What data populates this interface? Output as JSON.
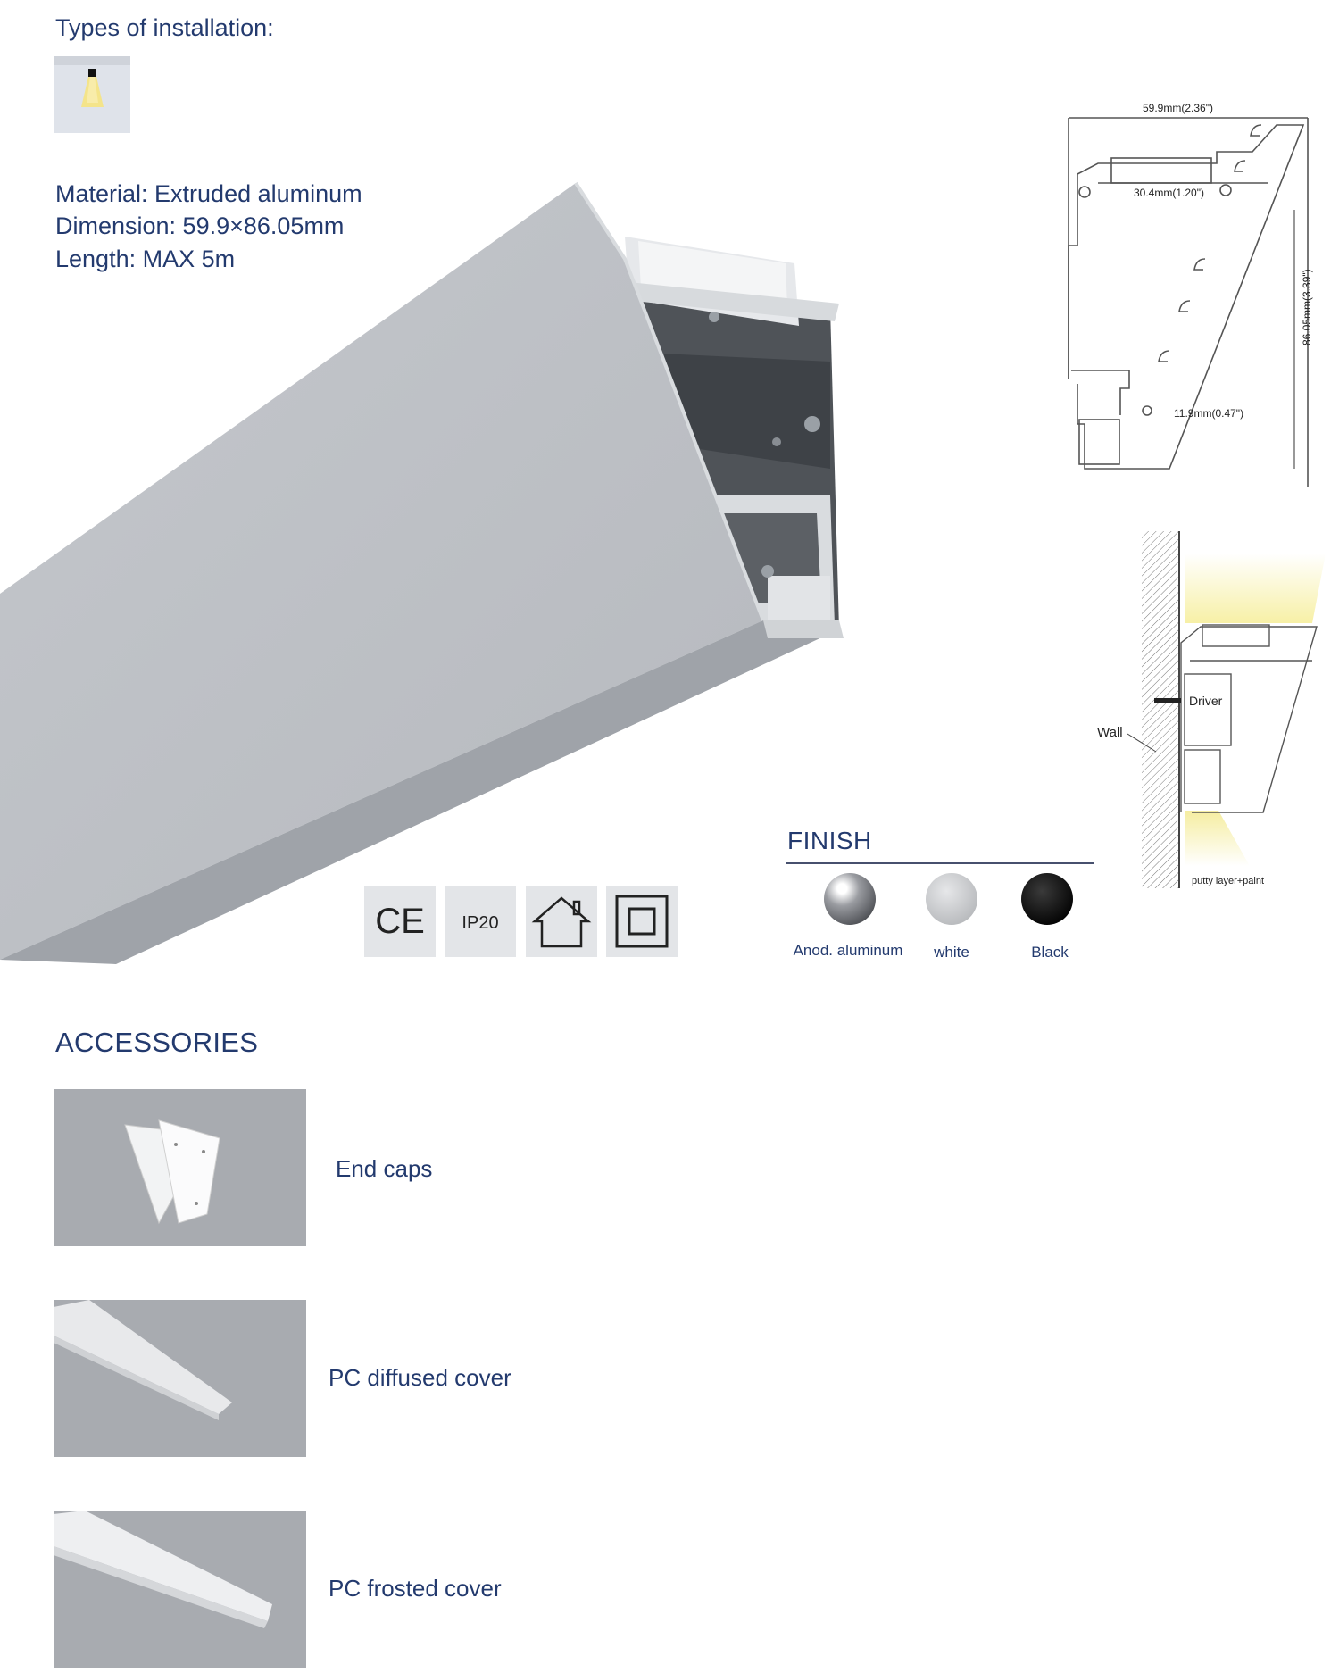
{
  "installation": {
    "title": "Types of installation:",
    "icon": "ceiling-light-icon"
  },
  "specs": {
    "material": "Material: Extruded aluminum",
    "dimension": "Dimension: 59.9×86.05mm",
    "length": "Length: MAX 5m"
  },
  "drawing": {
    "width_label": "59.9mm(2.36\")",
    "inner_label": "30.4mm(1.20\")",
    "height_label": "86.05mm(3.39\")",
    "bottom_label": "11.9mm(0.47\")"
  },
  "wall_diagram": {
    "driver": "Driver",
    "wall": "Wall",
    "putty": "putty layer+paint"
  },
  "certifications": {
    "ce": "CE",
    "ip": "IP20",
    "items": [
      "ce-mark-icon",
      "ip20-icon",
      "indoor-house-icon",
      "class-ii-icon"
    ]
  },
  "finish": {
    "title": "FINISH",
    "options": [
      {
        "label": "Anod. aluminum",
        "color": "#8e9096"
      },
      {
        "label": "white",
        "color": "#c8cacd"
      },
      {
        "label": "Black",
        "color": "#111111"
      }
    ]
  },
  "accessories": {
    "title": "ACCESSORIES",
    "items": [
      {
        "label": "End caps"
      },
      {
        "label": "PC diffused cover"
      },
      {
        "label": "PC  frosted cover"
      }
    ]
  }
}
